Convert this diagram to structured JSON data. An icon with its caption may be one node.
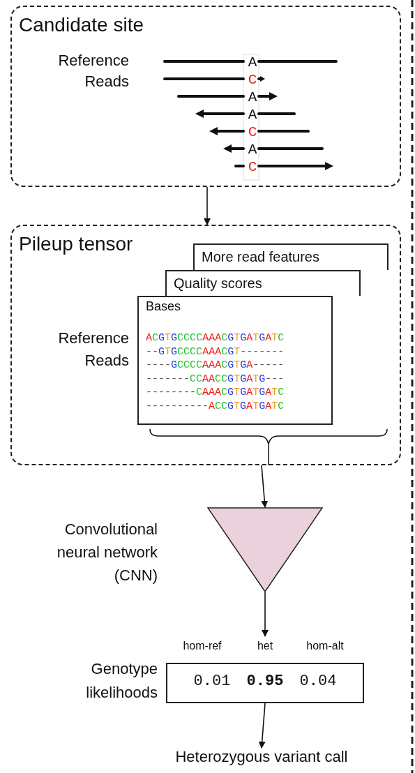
{
  "diagram": {
    "nodes": [
      {
        "text": [
          "Candidate site",
          "Reference",
          "Reads",
          "A",
          "C",
          "A",
          "A",
          "C",
          "A",
          "C"
        ]
      },
      {
        "text": [
          "Pileup tensor",
          "Reference",
          "Reads"
        ]
      },
      {
        "text": [
          "More read features"
        ],
        "in": 1
      },
      {
        "text": [
          "Quality scores"
        ],
        "in": 1
      },
      {
        "text": [
          "Bases",
          "ACGTGCCCCAAACGTGATGATC",
          "--GTGCCCCAAACGT-------",
          "----GCCCCAAACGTGA-----",
          "-------CCAACCGTGATG---",
          "--------CAAACGTGATGATC",
          "----------ACCGTGATGATC"
        ],
        "in": 1
      },
      {
        "text": [],
        "shape": "triangle",
        "beside": [
          "Convolutional neural network (CNN)"
        ]
      },
      {
        "text": [
          "0.01 **0.95** 0.04"
        ],
        "beside": [
          "Genotype likelihoods",
          "hom-ref",
          "het",
          "hom-alt"
        ]
      },
      {
        "text": [
          "Heterozygous variant call"
        ]
      }
    ],
    "edges": [
      {
        "from": 0,
        "to": 1,
        "arrow": "to"
      },
      {
        "from": 1,
        "to": 5,
        "arrow": "to"
      },
      {
        "from": 5,
        "to": 6,
        "arrow": "to"
      },
      {
        "from": 6,
        "to": 7,
        "arrow": "to"
      }
    ]
  }
}
